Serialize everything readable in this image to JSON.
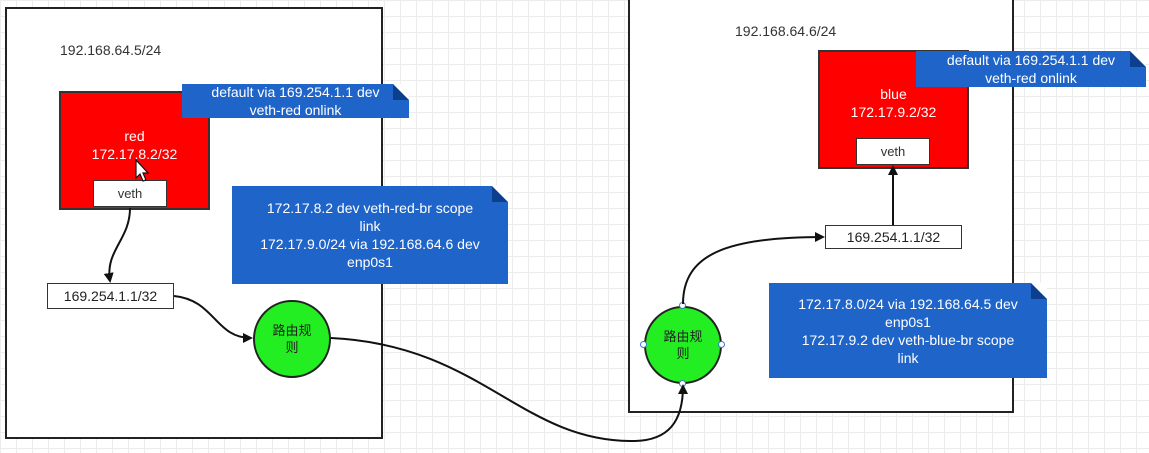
{
  "left_host": {
    "ip": "192.168.64.5/24",
    "namespace": {
      "name": "red",
      "ip": "172.17.8.2/32",
      "color": "#ff0000"
    },
    "veth_label": "veth",
    "gateway_ip": "169.254.1.1/32",
    "ns_route_note": [
      "default via 169.254.1.1 dev",
      "veth-red onlink"
    ],
    "host_route_note": [
      "172.17.8.2 dev veth-red-br scope",
      "link",
      "172.17.9.0/24 via 192.168.64.6 dev",
      "enp0s1"
    ],
    "router_label": [
      "路由规",
      "则"
    ]
  },
  "right_host": {
    "ip": "192.168.64.6/24",
    "namespace": {
      "name": "blue",
      "ip": "172.17.9.2/32",
      "color": "#ff0000"
    },
    "veth_label": "veth",
    "gateway_ip": "169.254.1.1/32",
    "ns_route_note": [
      "default via 169.254.1.1 dev",
      "veth-red onlink"
    ],
    "host_route_note": [
      "172.17.8.0/24 via 192.168.64.5 dev",
      "enp0s1",
      "172.17.9.2 dev veth-blue-br scope",
      "link"
    ],
    "router_label": [
      "路由规",
      "则"
    ]
  },
  "colors": {
    "note_bg": "#1f64c8",
    "router_fill": "#22ee22",
    "ns_fill": "#ff0000"
  }
}
